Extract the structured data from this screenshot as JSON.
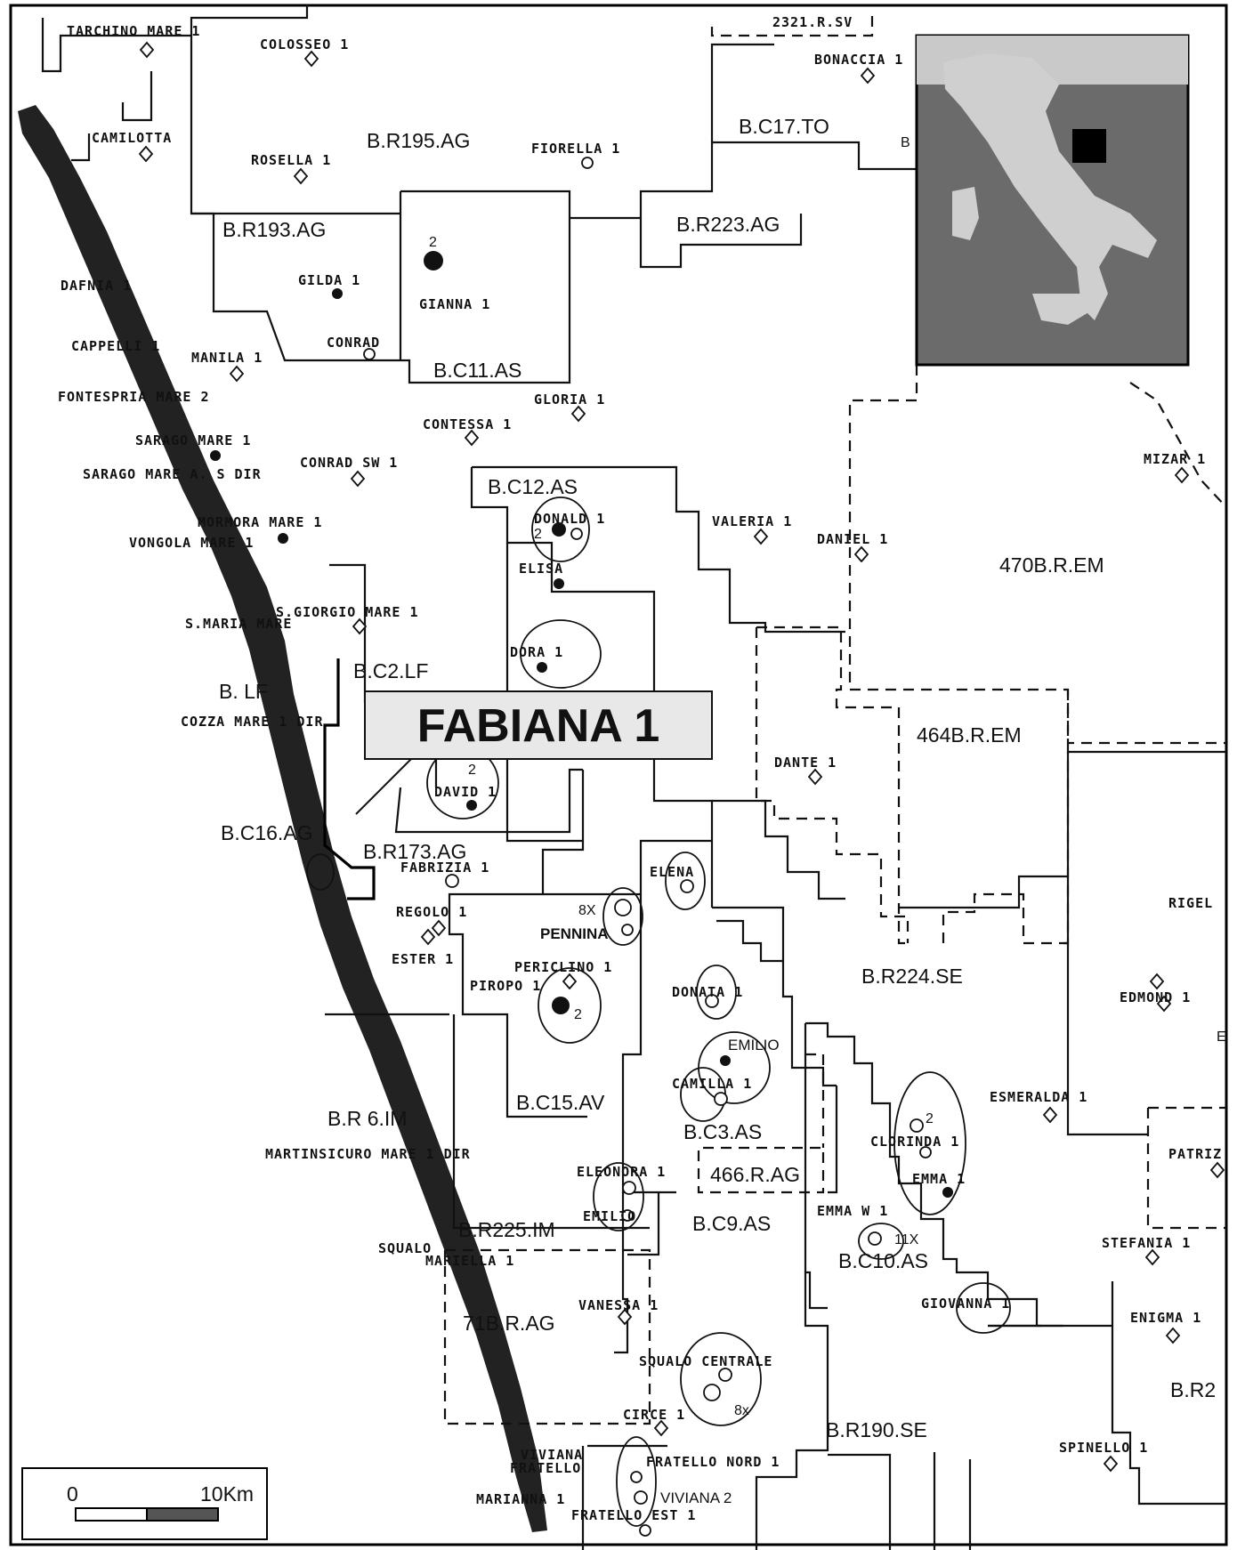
{
  "map": {
    "highlight_label": "FABIANA 1",
    "scale": {
      "zero": "0",
      "distance": "10Km"
    },
    "blocks": [
      {
        "id": "br195",
        "label": "B.R195.AG"
      },
      {
        "id": "bc17",
        "label": "B.C17.TO"
      },
      {
        "id": "br223",
        "label": "B.R223.AG"
      },
      {
        "id": "br193",
        "label": "B.R193.AG"
      },
      {
        "id": "bc11",
        "label": "B.C11.AS"
      },
      {
        "id": "bc12",
        "label": "B.C12.AS"
      },
      {
        "id": "b470",
        "label": "470B.R.EM"
      },
      {
        "id": "bc2",
        "label": "B.C2.LF"
      },
      {
        "id": "b2lf",
        "label": "B.   LF"
      },
      {
        "id": "b464",
        "label": "464B.R.EM"
      },
      {
        "id": "bc16",
        "label": "B.C16.AG"
      },
      {
        "id": "br173",
        "label": "B.R173.AG"
      },
      {
        "id": "br224",
        "label": "B.R224.SE"
      },
      {
        "id": "bc15",
        "label": "B.C15.AV"
      },
      {
        "id": "br226",
        "label": "B.R   6.IM"
      },
      {
        "id": "bc3",
        "label": "B.C3.AS"
      },
      {
        "id": "b466",
        "label": "466.R.AG"
      },
      {
        "id": "bc9",
        "label": "B.C9.AS"
      },
      {
        "id": "br225",
        "label": "B.R225.IM"
      },
      {
        "id": "bc10",
        "label": "B.C10.AS"
      },
      {
        "id": "b471",
        "label": "71B.R.AG"
      },
      {
        "id": "br190",
        "label": "B.R190.SE"
      },
      {
        "id": "br2x",
        "label": "B.R2"
      },
      {
        "id": "top2321",
        "label": "2321.R.SV"
      }
    ],
    "wells": [
      {
        "id": "w1",
        "label": "TARCHINO MARE 1"
      },
      {
        "id": "w2",
        "label": "COLOSSEO 1"
      },
      {
        "id": "w3",
        "label": "BONACCIA 1"
      },
      {
        "id": "w4",
        "label": "CAMILOTTA"
      },
      {
        "id": "w5",
        "label": "ROSELLA 1"
      },
      {
        "id": "w6",
        "label": "FIORELLA 1"
      },
      {
        "id": "w7",
        "label": "GIANNA 1"
      },
      {
        "id": "w8",
        "label": "GILDA 1"
      },
      {
        "id": "w9",
        "label": "DAFNIA 1"
      },
      {
        "id": "w10",
        "label": "CONRAD"
      },
      {
        "id": "w11",
        "label": "CAPPELLI 1"
      },
      {
        "id": "w12",
        "label": "MANILA 1"
      },
      {
        "id": "w13",
        "label": "FONTESPRIA MARE 2"
      },
      {
        "id": "w14",
        "label": "GLORIA 1"
      },
      {
        "id": "w15",
        "label": "CONTESSA 1"
      },
      {
        "id": "w16",
        "label": "SARAGO MARE 1"
      },
      {
        "id": "w17",
        "label": "SARAGO MARE A. S DIR"
      },
      {
        "id": "w18",
        "label": "CONRAD SW 1"
      },
      {
        "id": "w19",
        "label": "MIZAR 1"
      },
      {
        "id": "w20",
        "label": "MORMORA MARE 1"
      },
      {
        "id": "w21",
        "label": "VONGOLA MARE 1"
      },
      {
        "id": "w22",
        "label": "DONALD 1"
      },
      {
        "id": "w23",
        "label": "VALERIA 1"
      },
      {
        "id": "w24",
        "label": "DANIEL 1"
      },
      {
        "id": "w25",
        "label": "ELISA"
      },
      {
        "id": "w26",
        "label": "S.GIORGIO MARE 1"
      },
      {
        "id": "w27",
        "label": "S.MARIA MARE"
      },
      {
        "id": "w28",
        "label": "DORA 1"
      },
      {
        "id": "w29",
        "label": "COZZA MARE 1 DIR"
      },
      {
        "id": "w30",
        "label": "DANTE 1"
      },
      {
        "id": "w31",
        "label": "DAVID 1"
      },
      {
        "id": "w32",
        "label": "FABRIZIA 1"
      },
      {
        "id": "w33",
        "label": "ELENA"
      },
      {
        "id": "w34",
        "label": "REGOLO 1"
      },
      {
        "id": "w35",
        "label": "PENNINA"
      },
      {
        "id": "w36",
        "label": "RIGEL"
      },
      {
        "id": "w37",
        "label": "ESTER 1"
      },
      {
        "id": "w38",
        "label": "PERICLINO 1"
      },
      {
        "id": "w39",
        "label": "PIROPO 1"
      },
      {
        "id": "w40",
        "label": "DONATA 1"
      },
      {
        "id": "w41",
        "label": "EDMOND 1"
      },
      {
        "id": "w42",
        "label": "EMILIO"
      },
      {
        "id": "w43",
        "label": "CAMILLA 1"
      },
      {
        "id": "w44",
        "label": "ESMERALDA 1"
      },
      {
        "id": "w45",
        "label": "MARTINSICURO MARE 1 DIR"
      },
      {
        "id": "w46",
        "label": "CLORINDA 1"
      },
      {
        "id": "w47",
        "label": "PATRIZ"
      },
      {
        "id": "w48",
        "label": "ELEONORA 1"
      },
      {
        "id": "w49",
        "label": "EMMA 1"
      },
      {
        "id": "w50",
        "label": "EMILIO"
      },
      {
        "id": "w51",
        "label": "EMMA W 1"
      },
      {
        "id": "w52",
        "label": "SQUALO"
      },
      {
        "id": "w53",
        "label": "MARIELLA 1"
      },
      {
        "id": "w54",
        "label": "STEFANIA 1"
      },
      {
        "id": "w55",
        "label": "VANESSA 1"
      },
      {
        "id": "w56",
        "label": "GIOVANNA 1"
      },
      {
        "id": "w57",
        "label": "ENIGMA 1"
      },
      {
        "id": "w58",
        "label": "SQUALO CENTRALE"
      },
      {
        "id": "w59",
        "label": "CIRCE 1"
      },
      {
        "id": "w60",
        "label": "SPINELLO 1"
      },
      {
        "id": "w61",
        "label": "VIVIANA"
      },
      {
        "id": "w62",
        "label": "FRATELLO"
      },
      {
        "id": "w63",
        "label": "FRATELLO NORD 1"
      },
      {
        "id": "w64",
        "label": "VIVIANA 2"
      },
      {
        "id": "w65",
        "label": "MARIANNA 1"
      },
      {
        "id": "w66",
        "label": "FRATELLO EST 1"
      }
    ],
    "annotations": [
      {
        "id": "a1",
        "label": "2"
      },
      {
        "id": "a2",
        "label": "2"
      },
      {
        "id": "a3",
        "label": "2"
      },
      {
        "id": "a4",
        "label": "8X"
      },
      {
        "id": "a5",
        "label": "2"
      },
      {
        "id": "a6",
        "label": "2"
      },
      {
        "id": "a7",
        "label": "11X"
      },
      {
        "id": "a8",
        "label": "8x"
      },
      {
        "id": "a9",
        "label": "B"
      },
      {
        "id": "a10",
        "label": "E"
      }
    ]
  }
}
